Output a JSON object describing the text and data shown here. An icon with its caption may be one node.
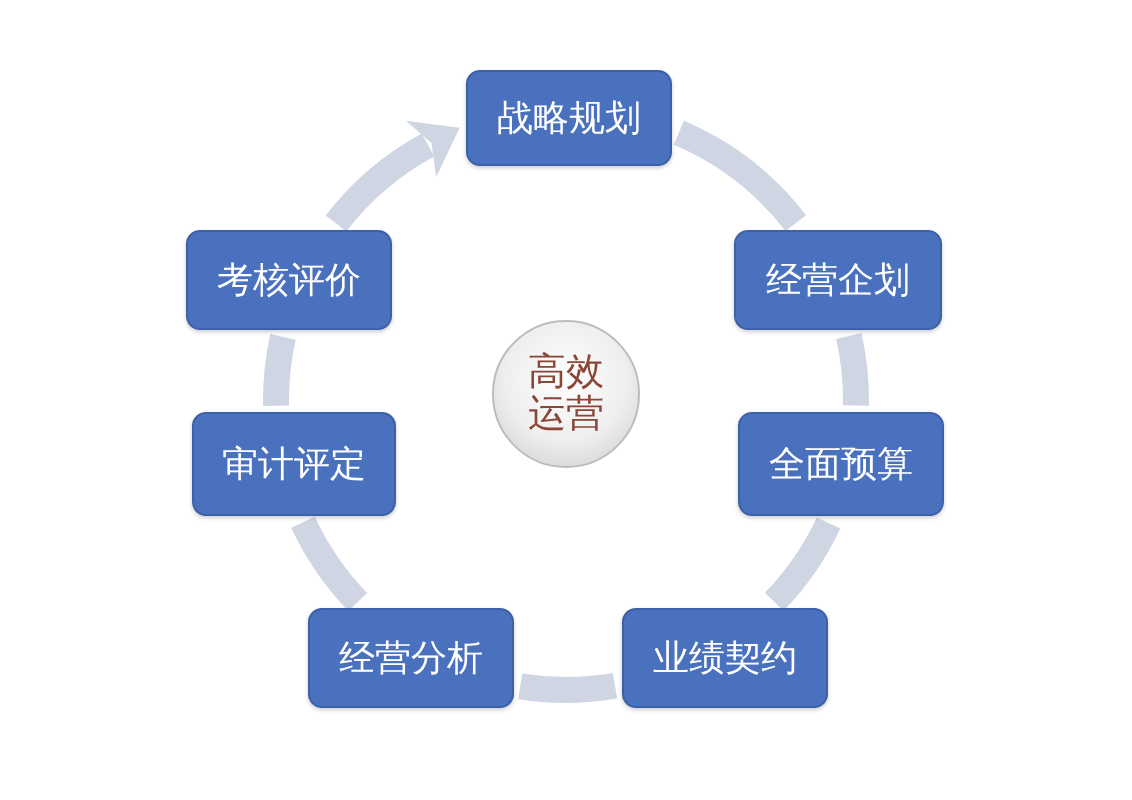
{
  "diagram": {
    "nodes": [
      {
        "text": [
          "战略规划"
        ]
      },
      {
        "text": [
          "考核评价"
        ]
      },
      {
        "text": [
          "经营企划"
        ]
      },
      {
        "text": [
          "高效运营"
        ]
      },
      {
        "text": [
          "审计评定"
        ]
      },
      {
        "text": [
          "全面预算"
        ]
      },
      {
        "text": [
          "经营分析"
        ]
      },
      {
        "text": [
          "业绩契约"
        ]
      }
    ],
    "edges": [
      {
        "from": 0,
        "to": 2,
        "arrow": "none"
      },
      {
        "from": 2,
        "to": 5,
        "arrow": "none"
      },
      {
        "from": 5,
        "to": 7,
        "arrow": "none"
      },
      {
        "from": 7,
        "to": 6,
        "arrow": "none"
      },
      {
        "from": 6,
        "to": 4,
        "arrow": "none"
      },
      {
        "from": 4,
        "to": 1,
        "arrow": "none"
      },
      {
        "from": 1,
        "to": 0,
        "arrow": "to"
      }
    ]
  }
}
